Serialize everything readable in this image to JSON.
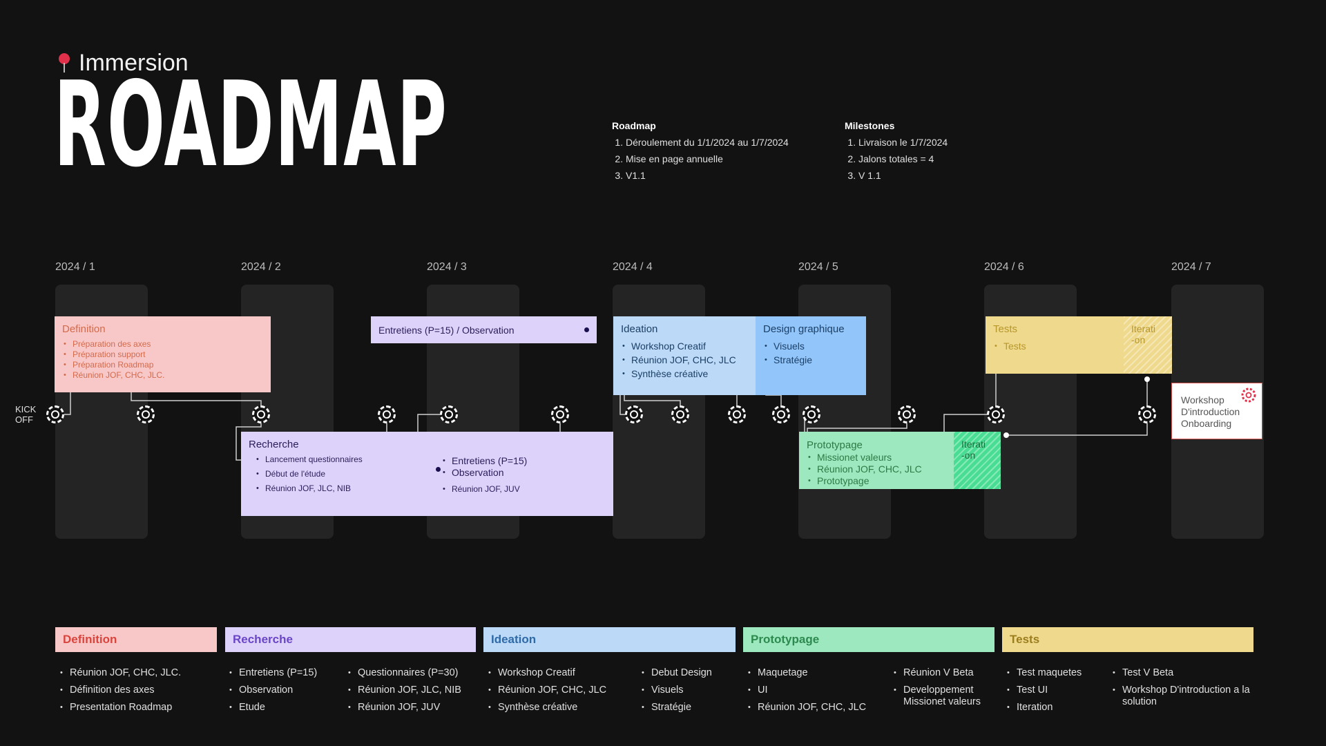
{
  "header": {
    "subtitle": "Immersion",
    "title": "ROADMAP",
    "roadmap_heading": "Roadmap",
    "roadmap_items": [
      "Déroulement du 1/1/2024 au 1/7/2024",
      "Mise en page annuelle",
      "V1.1"
    ],
    "milestones_heading": "Milestones",
    "milestones_items": [
      "Livraison le 1/7/2024",
      "Jalons totales = 4",
      "V 1.1"
    ]
  },
  "timeline": {
    "months": [
      "2024 / 1",
      "2024 / 2",
      "2024 / 3",
      "2024 / 4",
      "2024 / 5",
      "2024 / 6",
      "2024 / 7"
    ],
    "kickoff_label": [
      "KICK",
      "OFF"
    ]
  },
  "boxes": {
    "definition": {
      "title": "Definition",
      "items": [
        "Préparation des axes",
        "Préparation support",
        "Préparation Roadmap",
        "Réunion JOF, CHC, JLC."
      ]
    },
    "entretiens_top": {
      "title": "Entretiens (P=15) / Observation"
    },
    "recherche": {
      "title": "Recherche",
      "items_left": [
        "Lancement questionnaires",
        "Début de l'étude",
        "Réunion JOF, JLC, NIB"
      ],
      "items_right": [
        "Entretiens (P=15)",
        "Observation"
      ],
      "items_right_small": [
        "Réunion JOF, JUV"
      ]
    },
    "ideation": {
      "title": "Ideation",
      "items": [
        "Workshop Creatif",
        "Réunion JOF, CHC, JLC",
        "Synthèse créative"
      ]
    },
    "design": {
      "title": "Design graphique",
      "items": [
        "Visuels",
        "Stratégie"
      ]
    },
    "prototypage": {
      "title": "Prototypage",
      "items": [
        "Missionet valeurs",
        "Réunion JOF, CHC, JLC",
        "Prototypage"
      ]
    },
    "proto_iteration": {
      "title": "Iterati\n-on"
    },
    "tests": {
      "title": "Tests",
      "items": [
        "Tests"
      ]
    },
    "tests_iteration": {
      "title": "Iterati\n-on"
    },
    "workshop": {
      "lines": [
        "Workshop",
        "D'introduction",
        "Onboarding"
      ]
    }
  },
  "legend": {
    "definition": {
      "title": "Definition",
      "col1": [
        "Réunion JOF, CHC, JLC.",
        "Définition des axes",
        "Presentation Roadmap"
      ]
    },
    "recherche": {
      "title": "Recherche",
      "col1": [
        "Entretiens (P=15)",
        "Observation",
        "Etude"
      ],
      "col2": [
        "Questionnaires (P=30)",
        "Réunion JOF, JLC, NIB",
        "Réunion JOF, JUV"
      ]
    },
    "ideation": {
      "title": "Ideation",
      "col1": [
        "Workshop Creatif",
        "Réunion JOF, CHC, JLC",
        "Synthèse créative"
      ],
      "col2": [
        "Debut Design",
        "Visuels",
        "Stratégie"
      ]
    },
    "prototypage": {
      "title": "Prototypage",
      "col1": [
        "Maquetage",
        "UI",
        "Réunion JOF, CHC, JLC"
      ],
      "col2": [
        "Réunion V Beta",
        "Developpement Missionet valeurs"
      ]
    },
    "tests": {
      "title": "Tests",
      "col1": [
        "Test maquetes",
        "Test UI",
        "Iteration"
      ],
      "col2": [
        "Test V Beta",
        "Workshop D'introduction a la solution"
      ]
    }
  },
  "colors": {
    "background": "#121212",
    "column": "#242424",
    "definition": "#f8c8c8",
    "recherche": "#ddd2fa",
    "ideation": "#bcdaf8",
    "design": "#92c6fb",
    "prototypage": "#9de8bf",
    "tests": "#efd98d"
  }
}
